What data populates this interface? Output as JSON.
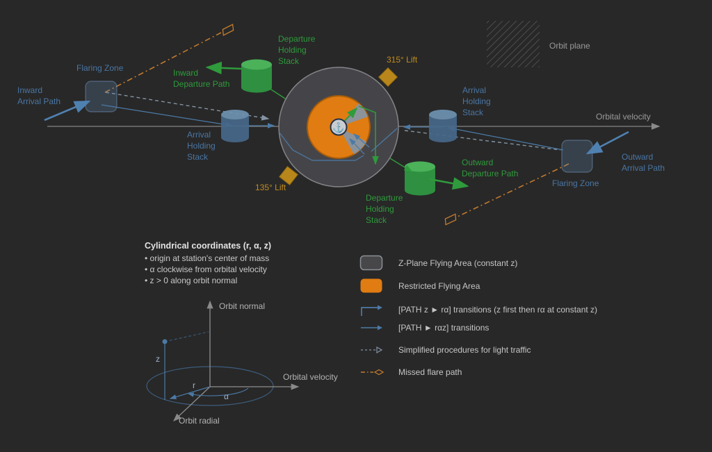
{
  "colors": {
    "background": "#282828",
    "blue_path": "#4c7aa6",
    "green_path": "#2f9b3c",
    "restricted_orange": "#e07c12",
    "lift_gold": "#b9861b",
    "missed_flare_orange": "#c17a2e",
    "axis_gray": "#767676"
  },
  "station": {
    "anchor_icon": "⚓",
    "labels": {
      "inward_arrival": "Inward\nArrival Path",
      "flaring_zone_left": "Flaring Zone",
      "inward_departure": "Inward\nDeparture Path",
      "departure_stack_top": "Departure\nHolding\nStack",
      "arrival_stack_left": "Arrival\nHolding\nStack",
      "lift_315": "315° Lift",
      "lift_135": "135° Lift",
      "orbit_plane": "Orbit plane",
      "arrival_stack_right": "Arrival\nHolding\nStack",
      "orbital_velocity": "Orbital velocity",
      "outward_arrival": "Outward\nArrival Path",
      "flaring_zone_right": "Flaring Zone",
      "outward_departure": "Outward\nDeparture Path",
      "departure_stack_bottom": "Departure\nHolding\nStack"
    }
  },
  "note": {
    "title": "Cylindrical coordinates (r, α, z)",
    "bullets": [
      "• origin at station's center of mass",
      "• α clockwise from orbital velocity",
      "• z > 0 along orbit normal"
    ],
    "axes": {
      "orbit_normal": "Orbit normal",
      "orbital_velocity": "Orbital velocity",
      "orbit_radial": "Orbit radial",
      "z": "z",
      "r": "r",
      "alpha": "α"
    }
  },
  "legend": {
    "items": [
      {
        "label": "Z-Plane Flying Area (constant z)"
      },
      {
        "label": "Restricted Flying Area"
      },
      {
        "label": "[PATH z ► rα] transitions (z first then rα at constant z)"
      },
      {
        "label": "[PATH ► rαz] transitions"
      },
      {
        "label": "Simplified procedures for light traffic"
      },
      {
        "label": "Missed flare path"
      }
    ]
  }
}
